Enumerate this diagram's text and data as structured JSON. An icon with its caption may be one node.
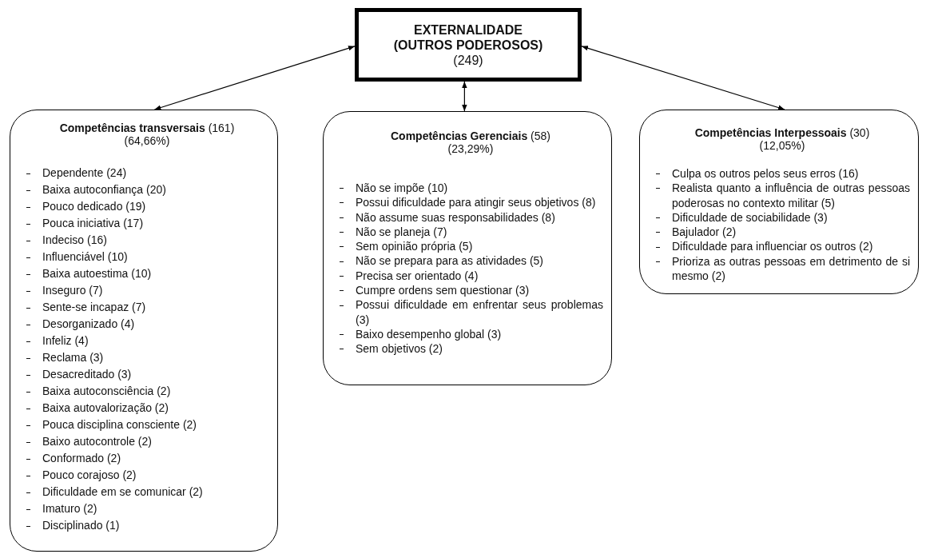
{
  "diagram": {
    "nodes": [
      {
        "text": [
          "EXTERNALIDADE (OUTROS PODEROSOS)",
          "(249)"
        ]
      },
      {
        "text": [
          "**Competências transversais** (161) (64,66%)",
          "Dependente (24)",
          "Baixa autoconfiança (20)",
          "Pouco dedicado (19)",
          "Pouca iniciativa (17)",
          "Indeciso (16)",
          "Influenciável (10)",
          "Baixa autoestima (10)",
          "Inseguro (7)",
          "Sente-se incapaz (7)",
          "Desorganizado (4)",
          "Infeliz (4)",
          "Reclama (3)",
          "Desacreditado (3)",
          "Baixa autoconsciência (2)",
          "Baixa autovalorização (2)",
          "Pouca disciplina consciente (2)",
          "Baixo autocontrole (2)",
          "Conformado (2)",
          "Pouco corajoso (2)",
          "Dificuldade em se comunicar (2)",
          "Imaturo (2)",
          "Disciplinado (1)"
        ]
      },
      {
        "text": [
          "**Competências Gerenciais** (58) (23,29%)",
          "Não se impõe (10)",
          "Possui dificuldade para atingir seus objetivos (8)",
          "Não assume suas responsabilidades (8)",
          "Não se planeja (7)",
          "Sem opinião própria (5)",
          "Não se prepara para as atividades (5)",
          "Precisa ser orientado (4)",
          "Cumpre ordens sem questionar (3)",
          "Possui dificuldade em enfrentar seus problemas (3)",
          "Baixo desempenho global (3)",
          "Sem objetivos (2)"
        ]
      },
      {
        "text": [
          "**Competências Interpessoais** (30) (12,05%)",
          "Culpa os outros pelos seus erros (16)",
          "Realista quanto a influência de outras pessoas poderosas no contexto militar (5)",
          "Dificuldade de sociabilidade (3)",
          "Bajulador (2)",
          "Dificuldade para influenciar os outros (2)",
          "Prioriza as outras pessoas em detrimento de si mesmo (2)"
        ]
      }
    ],
    "edges": [
      {
        "from": 0,
        "to": 1,
        "arrow": "both"
      },
      {
        "from": 0,
        "to": 2,
        "arrow": "both"
      },
      {
        "from": 0,
        "to": 3,
        "arrow": "both"
      }
    ]
  }
}
